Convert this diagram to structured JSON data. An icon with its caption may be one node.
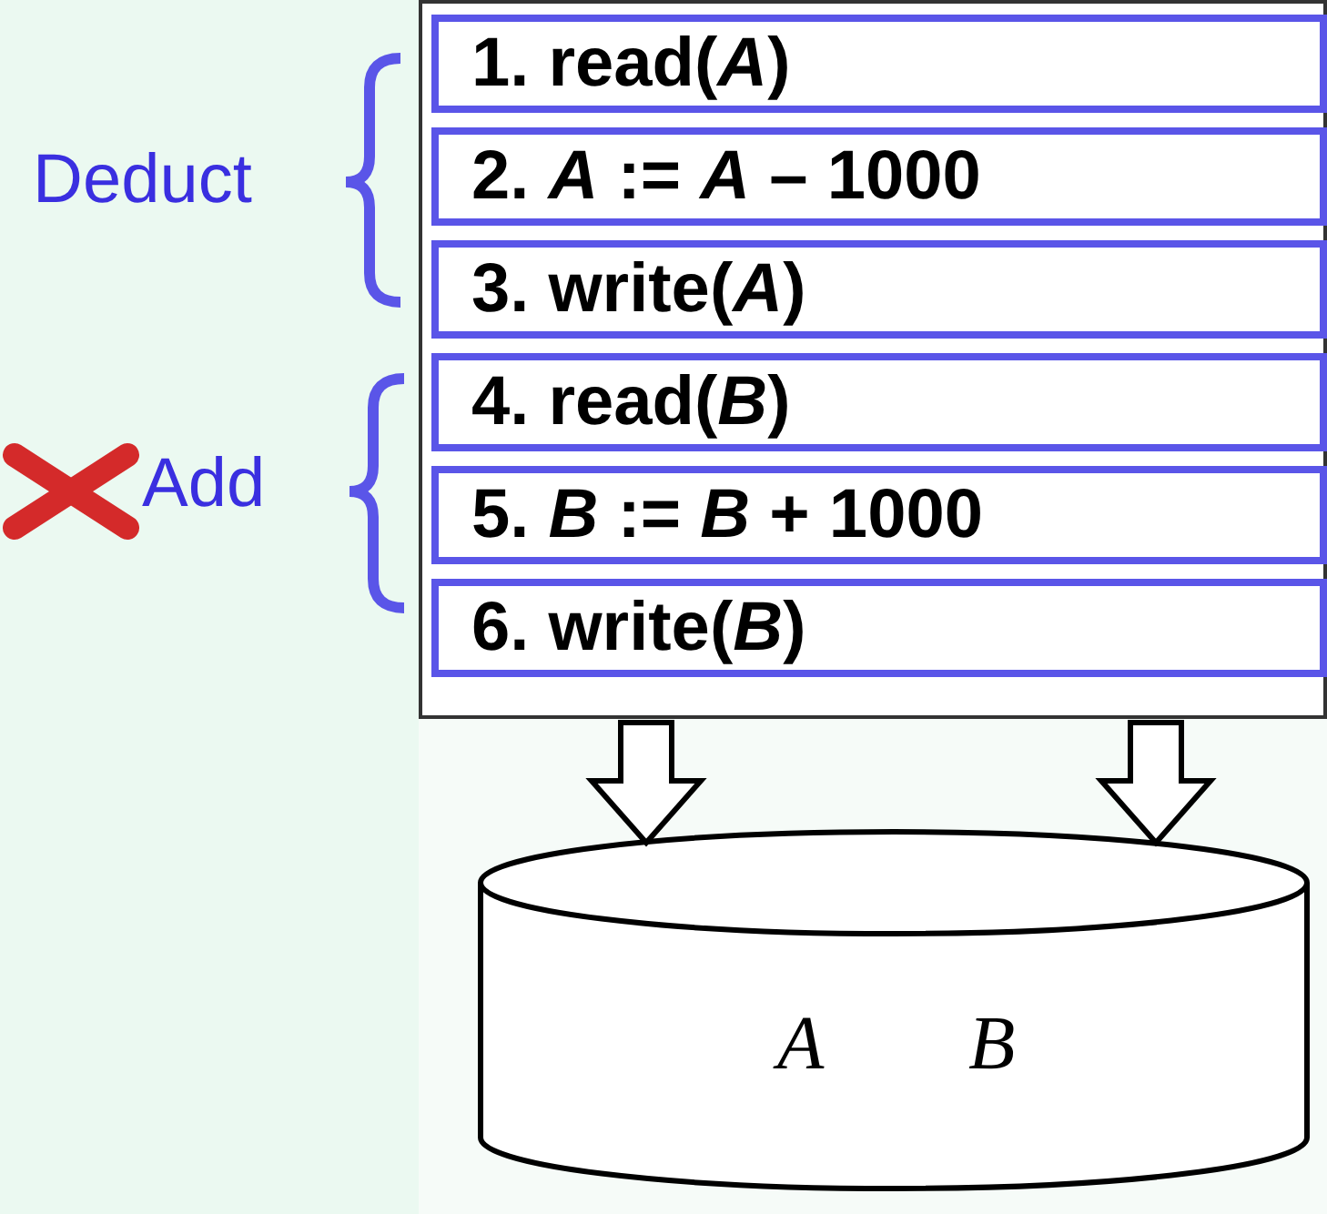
{
  "diagram": {
    "nodes": [
      {
        "text": [],
        "shape": "box"
      },
      {
        "text": [
          "1. read(*A*)"
        ],
        "in": 0
      },
      {
        "text": [
          "2. *A* := *A* – 1000"
        ],
        "in": 0
      },
      {
        "text": [
          "3. write(*A*)"
        ],
        "in": 0
      },
      {
        "text": [
          "4. read(*B*)"
        ],
        "in": 0
      },
      {
        "text": [
          "5. *B* := *B* + 1000"
        ],
        "in": 0
      },
      {
        "text": [
          "6. write(*B*)"
        ],
        "in": 0
      },
      {
        "text": [
          "A",
          "B"
        ]
      }
    ],
    "edges": [
      {
        "from": 0,
        "to": 7,
        "arrow": "to"
      },
      {
        "from": 0,
        "to": 7,
        "arrow": "to"
      }
    ],
    "labels": [
      "Deduct",
      "Add"
    ]
  }
}
